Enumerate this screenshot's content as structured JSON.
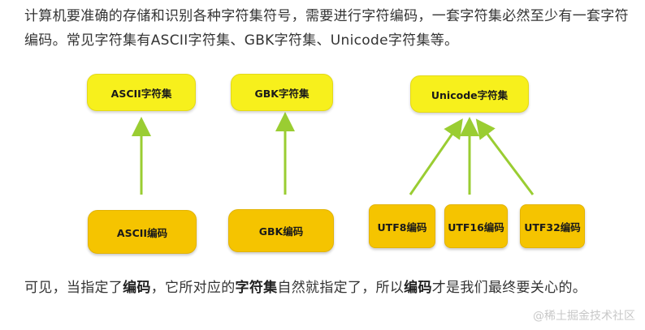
{
  "intro_text": "计算机要准确的存储和识别各种字符集符号，需要进行字符编码，一套字符集必然至少有一套字符编码。常见字符集有ASCII字符集、GBK字符集、Unicode字符集等。",
  "diagram": {
    "charsets": [
      {
        "label": "ASCII字符集"
      },
      {
        "label": "GBK字符集"
      },
      {
        "label": "Unicode字符集"
      }
    ],
    "encodings": [
      {
        "label": "ASCII编码"
      },
      {
        "label": "GBK编码"
      },
      {
        "label": "UTF8编码"
      },
      {
        "label": "UTF16编码"
      },
      {
        "label": "UTF32编码"
      }
    ],
    "colors": {
      "charset_fill": "#f7f01c",
      "encoding_fill": "#f5c400",
      "arrow": "#9acd32"
    }
  },
  "conclusion": {
    "part1": "可见，当指定了",
    "bold1": "编码",
    "part2": "，它所对应的",
    "bold2": "字符集",
    "part3": "自然就指定了，所以",
    "bold3": "编码",
    "part4": "才是我们最终要关心的。"
  },
  "watermark": "@稀土掘金技术社区"
}
